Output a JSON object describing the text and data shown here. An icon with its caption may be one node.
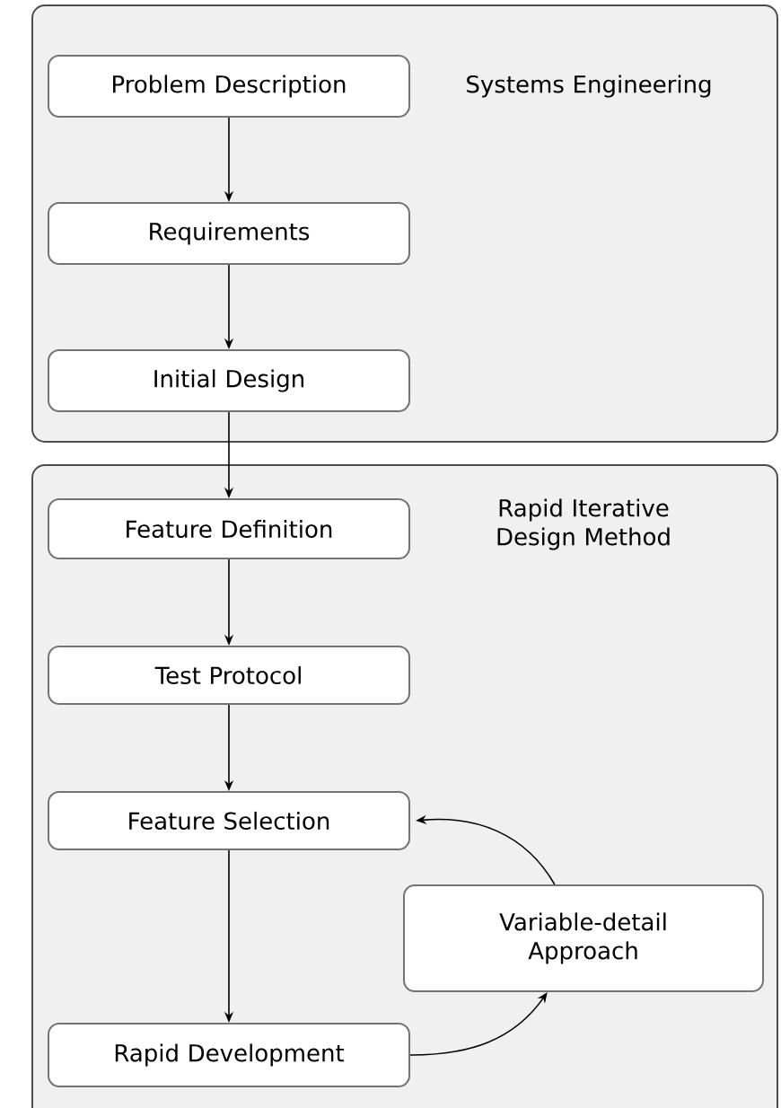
{
  "diagram": {
    "nodes": [
      {
        "text": [
          "Systems Engineering"
        ]
      },
      {
        "text": [
          "Problem Description"
        ],
        "in": 0
      },
      {
        "text": [
          "Requirements"
        ],
        "in": 0
      },
      {
        "text": [
          "Initial Design"
        ],
        "in": 0
      },
      {
        "text": [
          "Rapid Iterative Design Method"
        ]
      },
      {
        "text": [
          "Feature Definition"
        ],
        "in": 4
      },
      {
        "text": [
          "Test Protocol"
        ],
        "in": 4
      },
      {
        "text": [
          "Feature Selection"
        ],
        "in": 4
      },
      {
        "text": [
          "Variable-detail Approach"
        ],
        "in": 4
      },
      {
        "text": [
          "Rapid Development"
        ],
        "in": 4
      }
    ],
    "edges": [
      {
        "from": 1,
        "to": 2,
        "arrow": "to"
      },
      {
        "from": 2,
        "to": 3,
        "arrow": "to"
      },
      {
        "from": 3,
        "to": 5,
        "arrow": "to"
      },
      {
        "from": 5,
        "to": 6,
        "arrow": "to"
      },
      {
        "from": 6,
        "to": 7,
        "arrow": "to"
      },
      {
        "from": 7,
        "to": 9,
        "arrow": "to"
      },
      {
        "from": 9,
        "to": 8,
        "arrow": "to"
      },
      {
        "from": 8,
        "to": 7,
        "arrow": "to"
      }
    ]
  }
}
